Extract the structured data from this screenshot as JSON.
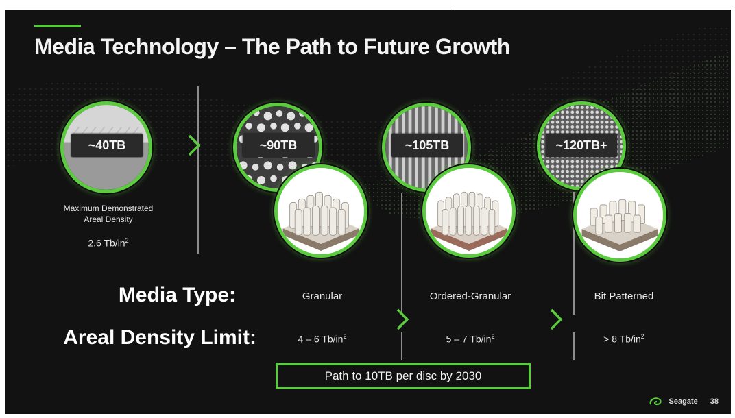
{
  "slide": {
    "title": "Media Technology – The Path to Future Growth",
    "accent_color": "#5ccc3f"
  },
  "capacities": [
    {
      "label": "~40TB"
    },
    {
      "label": "~90TB"
    },
    {
      "label": "~105TB"
    },
    {
      "label": "~120TB+"
    }
  ],
  "current": {
    "line1": "Maximum Demonstrated",
    "line2": "Areal Density",
    "density": "2.6 Tb/in",
    "density_sup": "2"
  },
  "row_labels": {
    "media_type": "Media Type:",
    "areal_density_limit": "Areal Density Limit:"
  },
  "technologies": [
    {
      "media_type": "Granular",
      "limit": "4 – 6 Tb/in",
      "limit_sup": "2"
    },
    {
      "media_type": "Ordered-Granular",
      "limit": "5 – 7 Tb/in",
      "limit_sup": "2"
    },
    {
      "media_type": "Bit Patterned",
      "limit": "> 8 Tb/in",
      "limit_sup": "2"
    }
  ],
  "footer": {
    "path_text": "Path to 10TB per disc by 2030",
    "brand": "Seagate",
    "page_number": "38"
  }
}
